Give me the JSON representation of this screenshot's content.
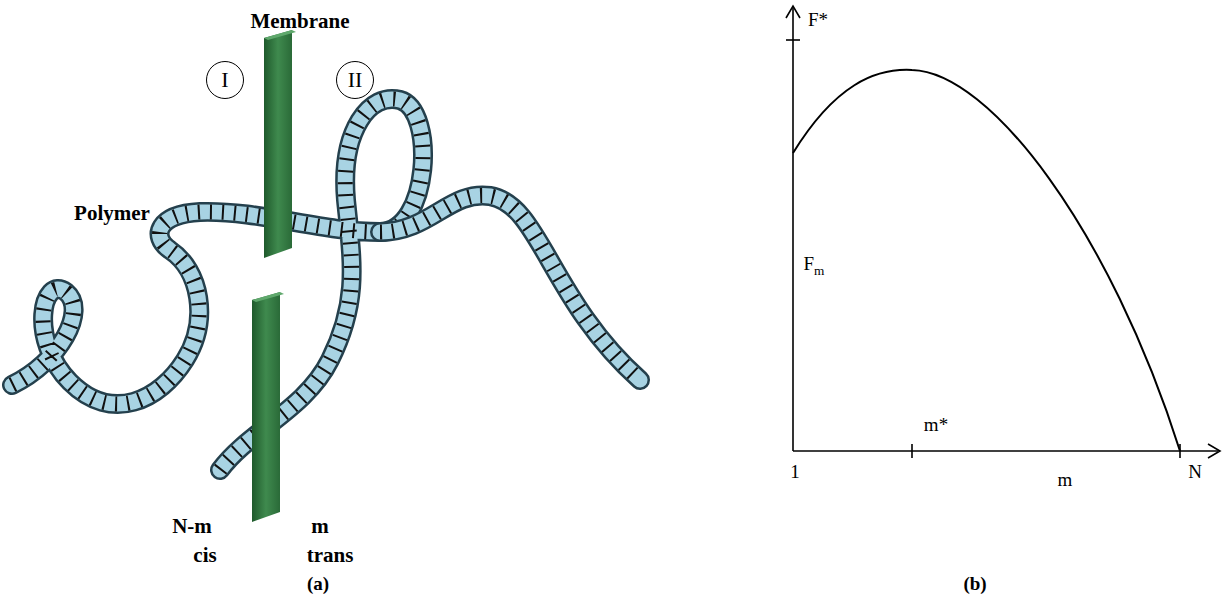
{
  "diagram": {
    "nodes": [
      {
        "text": [
          "I"
        ]
      },
      {
        "text": [
          "II"
        ]
      }
    ],
    "labels": [
      "Membrane",
      "Polymer",
      "N-m",
      "m",
      "cis",
      "trans",
      "(a)",
      "F*",
      "Fm",
      "m*",
      "1",
      "m",
      "N",
      "(b)"
    ]
  }
}
